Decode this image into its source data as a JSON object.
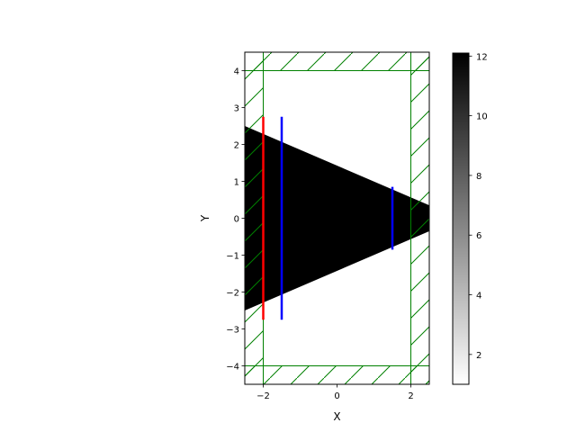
{
  "chart_data": {
    "type": "heatmap",
    "title": "",
    "xlabel": "X",
    "ylabel": "Y",
    "xlim": [
      -2.5,
      2.5
    ],
    "ylim": [
      -4.5,
      4.5
    ],
    "xticks": [
      {
        "value": -2,
        "label": "−2"
      },
      {
        "value": 0,
        "label": "0"
      },
      {
        "value": 2,
        "label": "2"
      }
    ],
    "yticks": [
      {
        "value": -4,
        "label": "−4"
      },
      {
        "value": -3,
        "label": "−3"
      },
      {
        "value": -2,
        "label": "−2"
      },
      {
        "value": -1,
        "label": "−1"
      },
      {
        "value": 0,
        "label": "0"
      },
      {
        "value": 1,
        "label": "1"
      },
      {
        "value": 2,
        "label": "2"
      },
      {
        "value": 3,
        "label": "3"
      },
      {
        "value": 4,
        "label": "4"
      }
    ],
    "grid": false,
    "colormap": "gray_r",
    "field": {
      "description_shape": "tapered waveguide",
      "value": 12,
      "background": 1,
      "polygon": [
        [
          -2.5,
          2.5
        ],
        [
          2.5,
          0.35
        ],
        [
          2.5,
          -0.35
        ],
        [
          -2.5,
          -2.5
        ]
      ]
    },
    "pml_regions": {
      "color": "#008000",
      "thickness": 0.5,
      "hatch": "/"
    },
    "sources": [
      {
        "color": "#ff0000",
        "x": -2.0,
        "y_range": [
          -2.75,
          2.75
        ]
      }
    ],
    "monitors": [
      {
        "color": "#0000ff",
        "x": -1.5,
        "y_range": [
          -2.75,
          2.75
        ]
      },
      {
        "color": "#0000ff",
        "x": 1.5,
        "y_range": [
          -0.85,
          0.85
        ]
      }
    ],
    "colorbar": {
      "range": [
        1,
        12.1
      ],
      "ticks": [
        {
          "value": 2,
          "label": "2"
        },
        {
          "value": 4,
          "label": "4"
        },
        {
          "value": 6,
          "label": "6"
        },
        {
          "value": 8,
          "label": "8"
        },
        {
          "value": 10,
          "label": "10"
        },
        {
          "value": 12,
          "label": "12"
        }
      ]
    }
  }
}
